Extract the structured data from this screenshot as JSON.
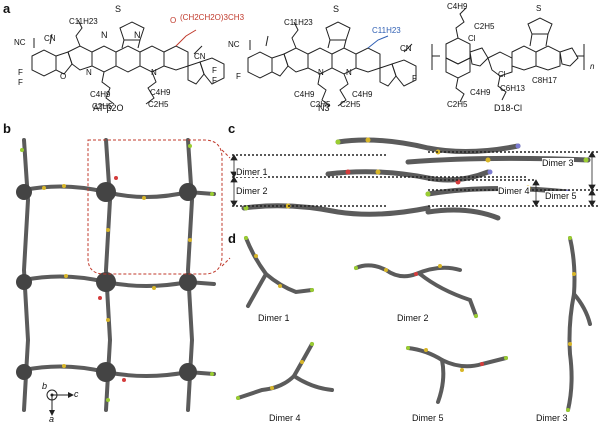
{
  "panels": {
    "a": "a",
    "b": "b",
    "c": "c",
    "d": "d"
  },
  "molecules": [
    {
      "caption": "AT-β2O",
      "side_chain": "O",
      "side_chain_formula": "(CH2CH2O)3CH3"
    },
    {
      "caption": "N3",
      "side_chain": "C11H23"
    },
    {
      "caption": "D18-Cl",
      "subscript": "n"
    }
  ],
  "chem_labels": {
    "c11h23": "C11H23",
    "c4h9": "C4H9",
    "c2h5": "C2H5",
    "c6h13": "C6H13",
    "c8h17": "C8H17",
    "n": "N",
    "s": "S",
    "f": "F",
    "cn": "CN",
    "nc": "NC",
    "cl": "Cl",
    "o": "O"
  },
  "axes": {
    "b": "b",
    "c": "c",
    "a": "a"
  },
  "dimers_c": [
    "Dimer 1",
    "Dimer 2",
    "Dimer 3",
    "Dimer 4",
    "Dimer 5"
  ],
  "dimers_d": [
    "Dimer 1",
    "Dimer 2",
    "Dimer 4",
    "Dimer 5",
    "Dimer 3"
  ],
  "colors": {
    "accent": "#c0392b",
    "n3_chain": "#2f5fb3",
    "carbon": "#6d6d6d",
    "sulfur": "#d8b628",
    "fluorine": "#9acd32",
    "nitrogen": "#7b7bd0",
    "oxygen": "#d43c3c"
  }
}
